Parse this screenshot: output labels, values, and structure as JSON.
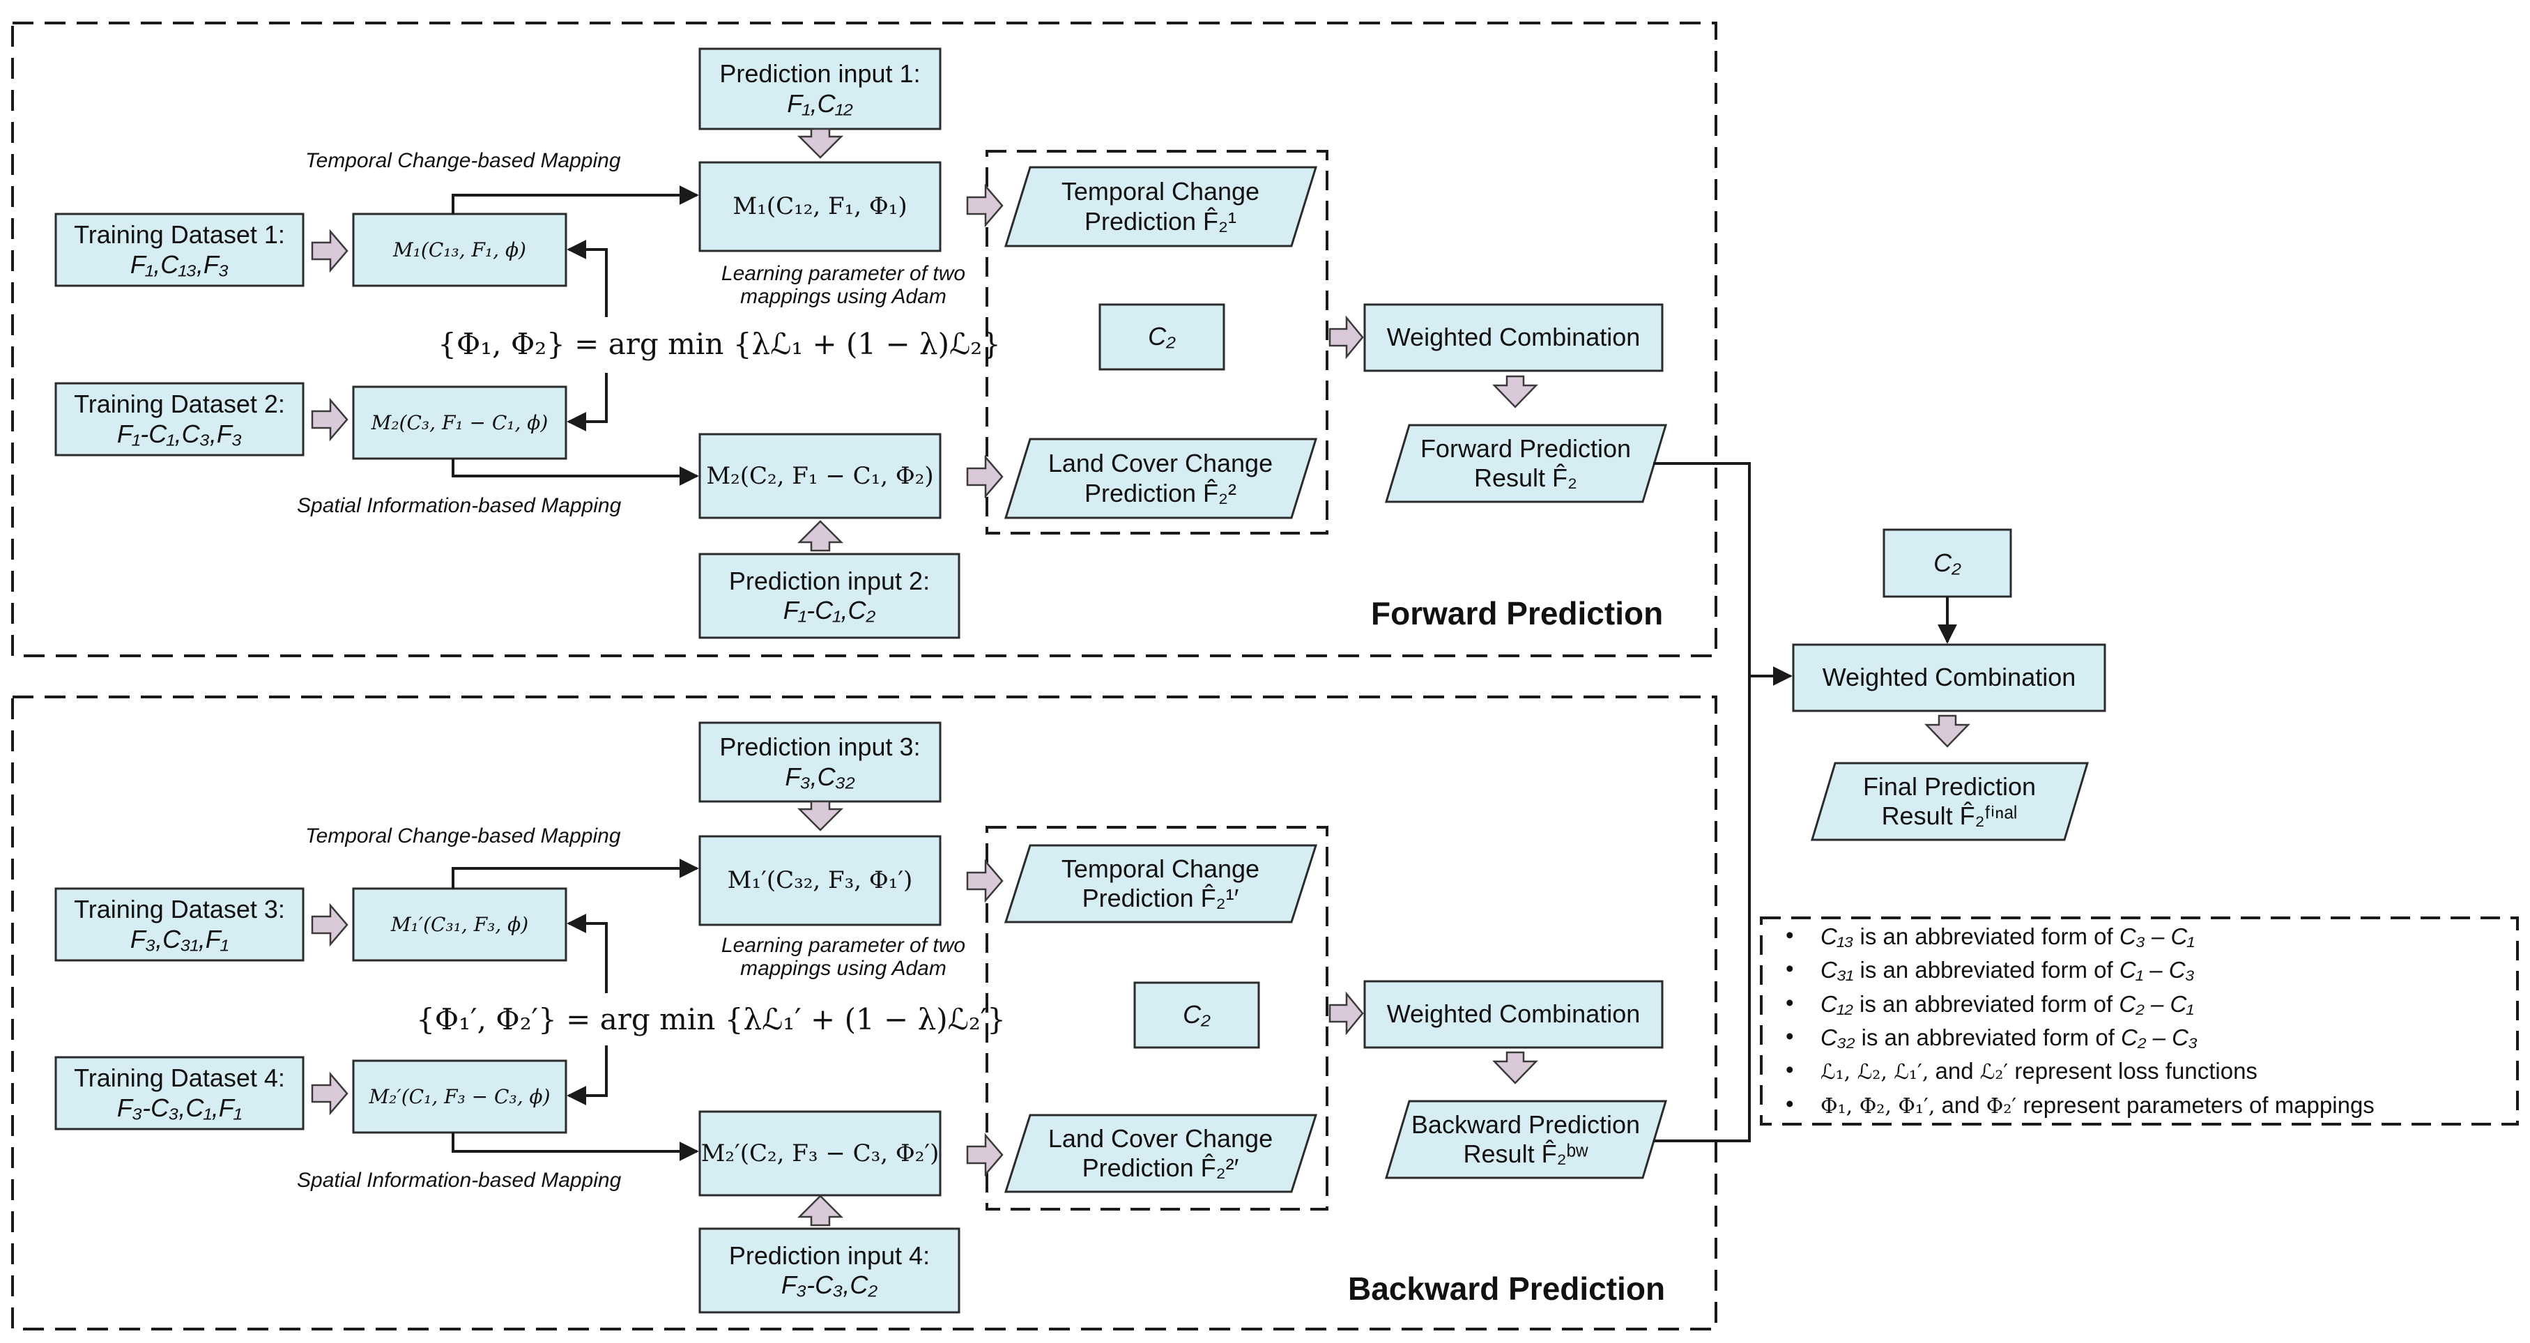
{
  "forward": {
    "title": "Forward Prediction",
    "prediction_input_1": {
      "label": "Prediction input 1:",
      "value": "F₁,C₁₂"
    },
    "prediction_input_2": {
      "label": "Prediction input 2:",
      "value": "F₁-C₁,C₂"
    },
    "training_dataset_1": {
      "label": "Training Dataset 1:",
      "value": "F₁,C₁₃,F₃"
    },
    "training_dataset_2": {
      "label": "Training Dataset 2:",
      "value": "F₁-C₁,C₃,F₃"
    },
    "mapping_m1_train": "M₁(C₁₃, F₁, ϕ)",
    "mapping_m2_train": "M₂(C₃, F₁ − C₁, ϕ)",
    "mapping_m1_pred": "M₁(C₁₂, F₁, Φ₁)",
    "mapping_m2_pred": "M₂(C₂, F₁ − C₁, Φ₂)",
    "temporal_note": "Temporal Change-based Mapping",
    "spatial_note": "Spatial Information-based Mapping",
    "learning_note_1": "Learning parameter of two",
    "learning_note_2": "mappings using Adam",
    "optimization": "{Φ₁, Φ₂} = arg min {λℒ₁ + (1 − λ)ℒ₂}",
    "temporal_pred_1": "Temporal Change",
    "temporal_pred_2": "Prediction F̂₂¹",
    "landcover_pred_1": "Land Cover Change",
    "landcover_pred_2": "Prediction F̂₂²",
    "c2": "C₂",
    "weighted_combination": "Weighted Combination",
    "result_1": "Forward Prediction",
    "result_2": "Result F̂₂"
  },
  "backward": {
    "title": "Backward Prediction",
    "prediction_input_3": {
      "label": "Prediction input 3:",
      "value": "F₃,C₃₂"
    },
    "prediction_input_4": {
      "label": "Prediction input 4:",
      "value": "F₃-C₃,C₂"
    },
    "training_dataset_3": {
      "label": "Training Dataset 3:",
      "value": "F₃,C₃₁,F₁"
    },
    "training_dataset_4": {
      "label": "Training Dataset 4:",
      "value": "F₃-C₃,C₁,F₁"
    },
    "mapping_m1_train": "M₁′(C₃₁, F₃, ϕ)",
    "mapping_m2_train": "M₂′(C₁, F₃ − C₃, ϕ)",
    "mapping_m1_pred": "M₁′(C₃₂, F₃, Φ₁′)",
    "mapping_m2_pred": "M₂′(C₂, F₃ − C₃, Φ₂′)",
    "temporal_note": "Temporal Change-based Mapping",
    "spatial_note": "Spatial Information-based Mapping",
    "learning_note_1": "Learning parameter of two",
    "learning_note_2": "mappings using Adam",
    "optimization": "{Φ₁′, Φ₂′} = arg min {λℒ₁′ + (1 − λ)ℒ₂′}",
    "temporal_pred_1": "Temporal Change",
    "temporal_pred_2": "Prediction F̂₂¹′",
    "landcover_pred_1": "Land Cover Change",
    "landcover_pred_2": "Prediction F̂₂²′",
    "c2": "C₂",
    "weighted_combination": "Weighted Combination",
    "result_1": "Backward Prediction",
    "result_2": "Result F̂₂ᵇʷ"
  },
  "final": {
    "c2": "C₂",
    "weighted_combination": "Weighted Combination",
    "result_1": "Final Prediction",
    "result_2": "Result F̂₂ᶠⁱⁿᵃˡ"
  },
  "legend": {
    "items": [
      {
        "sym": "C₁₃",
        "text": " is an abbreviated form of ",
        "rhs": "C₃ – C₁"
      },
      {
        "sym": "C₃₁",
        "text": " is an abbreviated form of ",
        "rhs": "C₁ – C₃"
      },
      {
        "sym": "C₁₂",
        "text": " is an abbreviated form of ",
        "rhs": "C₂ – C₁"
      },
      {
        "sym": "C₃₂",
        "text": " is an abbreviated form of ",
        "rhs": "C₂ – C₃"
      }
    ],
    "loss_symbols": "ℒ₁,  ℒ₂,  ℒ₁′,",
    "loss_and": " and ",
    "loss_last": "ℒ₂′",
    "loss_text": " represent loss functions",
    "param_symbols": "Φ₁,  Φ₂,  Φ₁′,",
    "param_and": " and ",
    "param_last": "Φ₂′",
    "param_text": " represent parameters of mappings"
  },
  "colors": {
    "box_fill": "#d5edf3",
    "box_stroke": "#2b2b2b",
    "arrow_fill": "#dac9d8",
    "line": "#1a1a1a"
  }
}
